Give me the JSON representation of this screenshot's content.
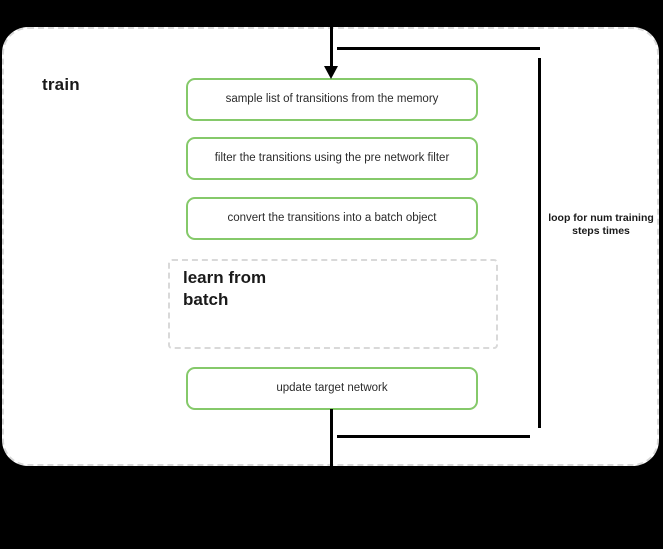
{
  "diagram": {
    "background_color": "#000000",
    "card_background": "#ffffff",
    "accent_green": "#85c96a",
    "dashed_border_color": "#d9d9d9",
    "edge_color": "#000000",
    "group": {
      "title": "train"
    },
    "steps": [
      {
        "id": "sample-transitions",
        "label": "sample list of transitions from the memory"
      },
      {
        "id": "filter-transitions",
        "label": "filter the transitions using the pre network filter"
      },
      {
        "id": "convert-transitions",
        "label": "convert the transitions into a batch object"
      },
      {
        "id": "update-target-network",
        "label": "update target network"
      }
    ],
    "subgroup": {
      "id": "learn-from-batch",
      "title": "learn from batch"
    },
    "loop": {
      "label": "loop for num training steps times"
    }
  }
}
